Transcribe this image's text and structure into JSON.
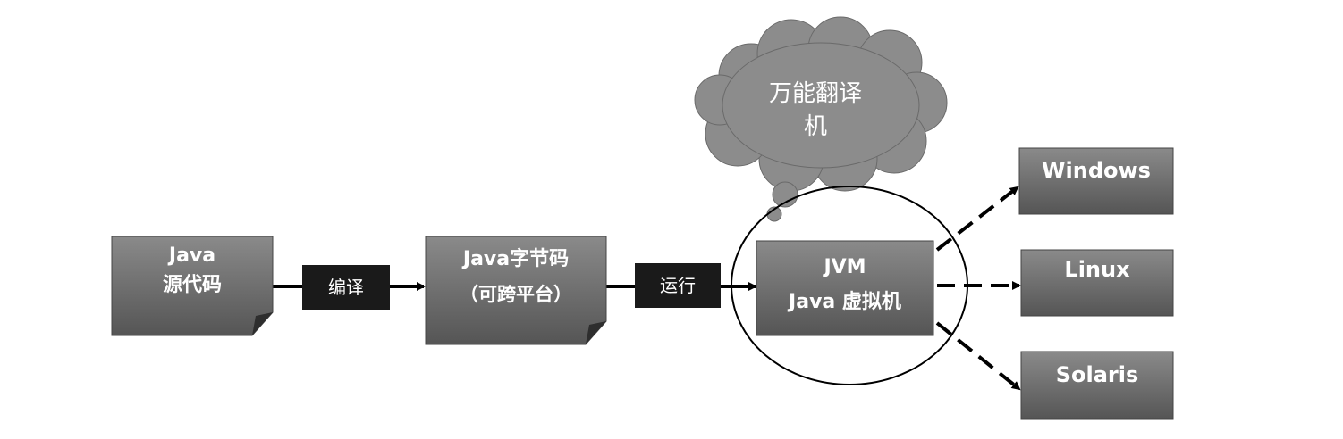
{
  "nodes": {
    "source": {
      "line1": "Java",
      "line2": "源代码"
    },
    "bytecode": {
      "line1": "Java字节码",
      "line2": "（可跨平台）"
    },
    "jvm": {
      "line1": "JVM",
      "line2": "Java 虚拟机"
    },
    "windows": {
      "label": "Windows"
    },
    "linux": {
      "label": "Linux"
    },
    "solaris": {
      "label": "Solaris"
    }
  },
  "edges": {
    "compile": {
      "label": "编译"
    },
    "run": {
      "label": "运行"
    }
  },
  "callout": {
    "line1": "万能翻译",
    "line2": "机"
  },
  "colors": {
    "box_fill": "#5f5f5f",
    "box_fill_light": "#7a7a7a",
    "label_fill": "#1a1a1a",
    "arrow": "#000000",
    "cloud_fill": "#8a8a8a",
    "circle_stroke": "#000000"
  }
}
